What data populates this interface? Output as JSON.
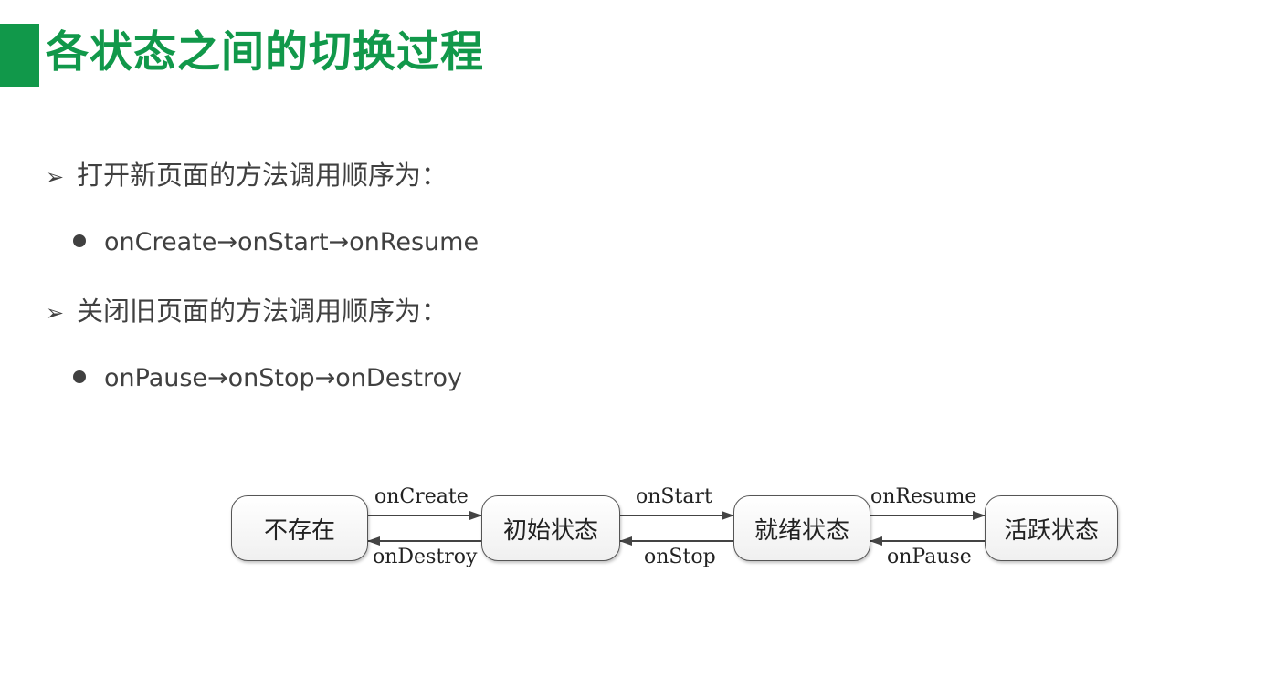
{
  "slide": {
    "title": "各状态之间的切换过程",
    "accent_color": "#11984a",
    "bullets": [
      {
        "level": 1,
        "marker": "➢",
        "text": "打开新页面的方法调用顺序为："
      },
      {
        "level": 2,
        "marker": "●",
        "text": "onCreate→onStart→onResume"
      },
      {
        "level": 1,
        "marker": "➢",
        "text": "关闭旧页面的方法调用顺序为："
      },
      {
        "level": 2,
        "marker": "●",
        "text": "onPause→onStop→onDestroy"
      }
    ]
  },
  "diagram": {
    "states": [
      "不存在",
      "初始状态",
      "就绪状态",
      "活跃状态"
    ],
    "forward": [
      "onCreate",
      "onStart",
      "onResume"
    ],
    "backward": [
      "onDestroy",
      "onStop",
      "onPause"
    ]
  }
}
